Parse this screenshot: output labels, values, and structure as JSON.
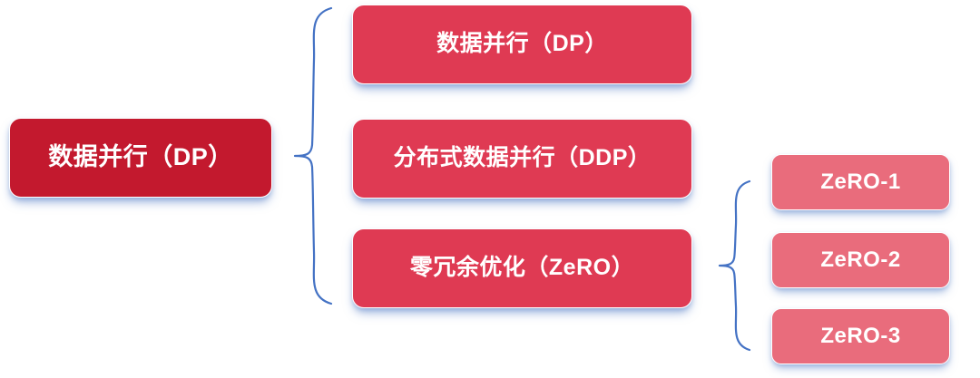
{
  "diagram": {
    "type": "hierarchy-brace-tree",
    "title": "",
    "colors": {
      "level1_fill": "#C3192E",
      "level2_fill": "#DF3A53",
      "level3_fill": "#E96C7C",
      "brace_stroke": "#4472C4",
      "node_text": "#FFFFFF",
      "background": "#FFFFFF"
    },
    "root": {
      "label": "数据并行（DP）"
    },
    "level2": [
      {
        "label": "数据并行（DP）"
      },
      {
        "label": "分布式数据并行（DDP）"
      },
      {
        "label": "零冗余优化（ZeRO）"
      }
    ],
    "level3": [
      {
        "label": "ZeRO-1"
      },
      {
        "label": "ZeRO-2"
      },
      {
        "label": "ZeRO-3"
      }
    ],
    "connectors": [
      {
        "name": "left-brace",
        "from": "root",
        "to": "level2"
      },
      {
        "name": "right-brace",
        "from": "零冗余优化（ZeRO）",
        "to": "level3"
      }
    ]
  }
}
